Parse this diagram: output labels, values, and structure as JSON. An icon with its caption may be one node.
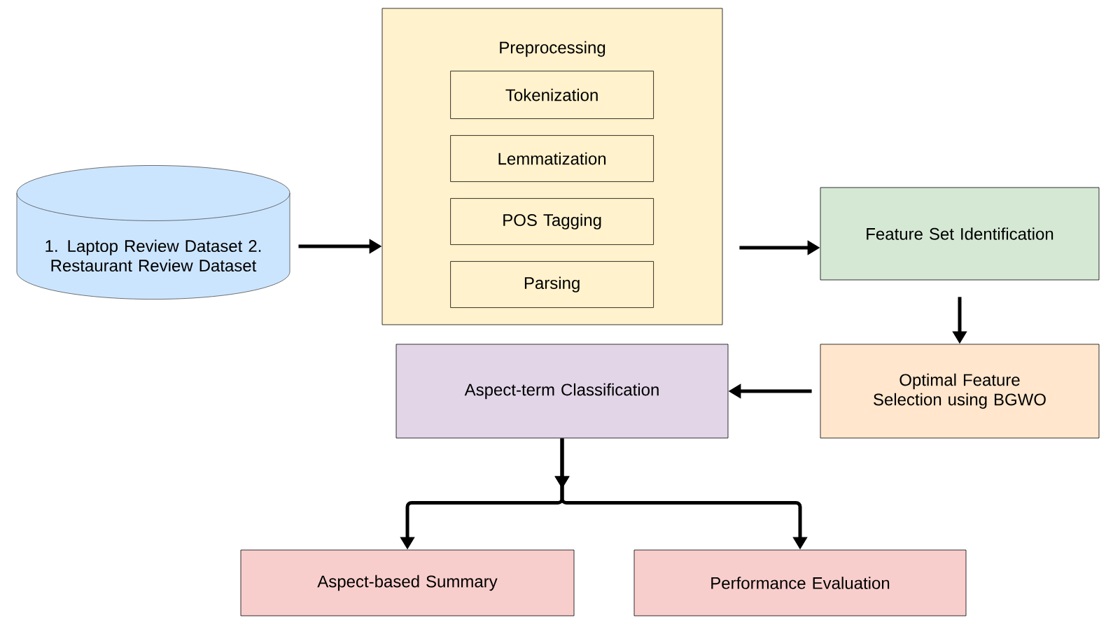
{
  "diagram": {
    "nodes": [
      {
        "text": [
          "1. Laptop Review Dataset 2. Restaurant Review Dataset"
        ]
      },
      {
        "text": [
          "Preprocessing"
        ]
      },
      {
        "text": [
          "Tokenization"
        ],
        "in": 1
      },
      {
        "text": [
          "Lemmatization"
        ],
        "in": 1
      },
      {
        "text": [
          "POS Tagging"
        ],
        "in": 1
      },
      {
        "text": [
          "Parsing"
        ],
        "in": 1
      },
      {
        "text": [
          "Feature Set Identification"
        ]
      },
      {
        "text": [
          "Optimal Feature Selection using BGWO"
        ]
      },
      {
        "text": [
          "Aspect-term Classification"
        ]
      },
      {
        "text": [
          "Aspect-based Summary"
        ]
      },
      {
        "text": [
          "Performance Evaluation"
        ]
      }
    ],
    "edges": [
      {
        "from": 0,
        "to": 1,
        "arrow": "to"
      },
      {
        "from": 1,
        "to": 6,
        "arrow": "to"
      },
      {
        "from": 6,
        "to": 7,
        "arrow": "to"
      },
      {
        "from": 7,
        "to": 8,
        "arrow": "to"
      },
      {
        "from": 8,
        "to": 9,
        "arrow": "to"
      },
      {
        "from": 8,
        "to": 10,
        "arrow": "to"
      }
    ]
  }
}
